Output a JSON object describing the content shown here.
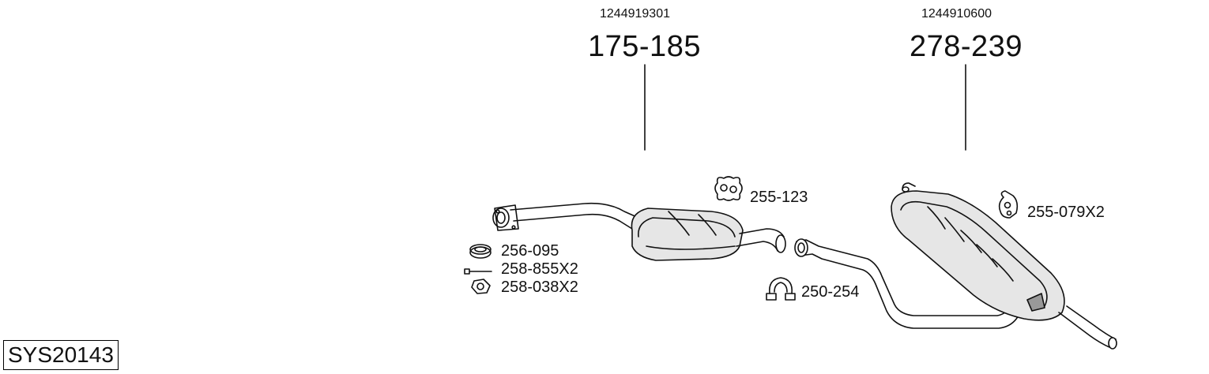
{
  "system_code": "SYS20143",
  "components": [
    {
      "oem_number": "1244919301",
      "part_number": "175-185",
      "name": "front-silencer"
    },
    {
      "oem_number": "1244910600",
      "part_number": "278-239",
      "name": "rear-silencer"
    }
  ],
  "fittings": [
    {
      "code": "255-123",
      "icon": "rubber-mount-icon"
    },
    {
      "code": "255-079X2",
      "icon": "rubber-hanger-icon"
    },
    {
      "code": "256-095",
      "icon": "gasket-ring-icon"
    },
    {
      "code": "258-855X2",
      "icon": "bolt-icon"
    },
    {
      "code": "258-038X2",
      "icon": "nut-icon"
    },
    {
      "code": "250-254",
      "icon": "pipe-clamp-icon"
    }
  ]
}
